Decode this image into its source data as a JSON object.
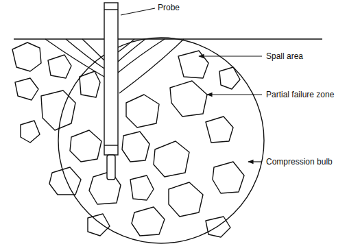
{
  "diagram": {
    "labels": [
      "Probe",
      "Spall area",
      "Partial failure zone",
      "Compression bulb"
    ]
  }
}
